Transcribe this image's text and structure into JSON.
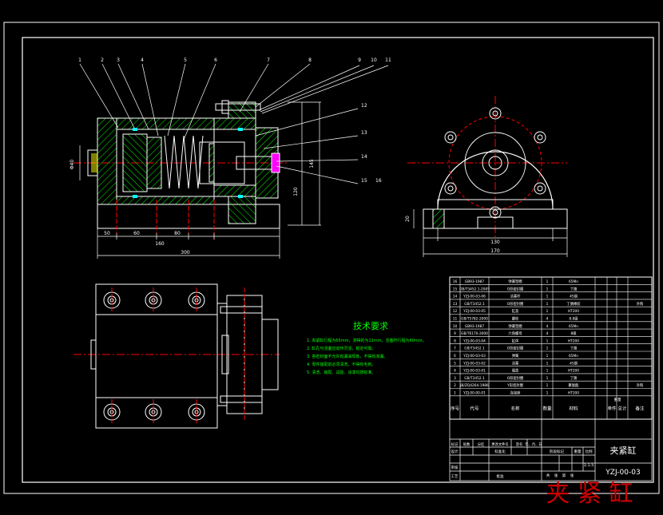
{
  "title_block": {
    "part_name": "夹紧缸",
    "drawing_no": "YZJ-00-03",
    "scale": "1:1.5",
    "row1": [
      "标记",
      "处数",
      "分区",
      "更改文件号",
      "签名",
      "年、月、日"
    ],
    "row2_left": "设计",
    "row2_mid": "标准化",
    "row2_right": [
      "阶段标记",
      "重量",
      "比例"
    ],
    "row3_left": "审核",
    "row4_left": "工艺",
    "row4_mid": "批准",
    "sheet_info": [
      "共",
      "张",
      "第",
      "张"
    ]
  },
  "tech_requirements": {
    "title": "技术要求",
    "items": [
      "1. 夹紧缸行程为65mm，测得的为11mm，活塞杆行程为60mm。",
      "2. 缸孔与活塞应动作灵活，稳定可靠。",
      "3. 各密封面不允许有漏油现象，不得有渗漏。",
      "4. 零件装配前必须清洗，不得有毛刺。",
      "5. 清洗、装配、试验、涂漆均按标准。"
    ]
  },
  "bom_header": [
    "序号",
    "代号",
    "名称",
    "数量",
    "材料",
    "单件",
    "总计",
    "备注"
  ],
  "bom_header_weight": "重量",
  "bom_rows": [
    [
      "16",
      "GB93-1987",
      "弹簧垫圈",
      "1",
      "65Mn",
      "",
      ""
    ],
    [
      "15",
      "GB/T3452.1-2005",
      "O形密封圈",
      "1",
      "丁腈",
      "",
      ""
    ],
    [
      "14",
      "YZJ-00-03-06",
      "活塞杆",
      "1",
      "45钢",
      "",
      ""
    ],
    [
      "13",
      "GB/T3452.1",
      "O形密封圈",
      "1",
      "丁腈橡胶",
      "",
      "外购"
    ],
    [
      "12",
      "YZJ-00-03-05",
      "缸盖",
      "1",
      "HT200",
      "",
      ""
    ],
    [
      "11",
      "GB/T5782-2000",
      "螺栓",
      "4",
      "8.8级",
      "",
      ""
    ],
    [
      "10",
      "GB93-1987",
      "弹簧垫圈",
      "4",
      "65Mn",
      "",
      ""
    ],
    [
      "9",
      "GB/T6170-2000",
      "六角螺母",
      "4",
      "8级",
      "",
      ""
    ],
    [
      "8",
      "YZJ-00-03-04",
      "缸体",
      "1",
      "HT200",
      "",
      ""
    ],
    [
      "7",
      "GB/T3452.1",
      "O形密封圈",
      "1",
      "丁腈",
      "",
      ""
    ],
    [
      "6",
      "YZJ-00-03-03",
      "弹簧",
      "1",
      "65Mn",
      "",
      ""
    ],
    [
      "5",
      "YZJ-00-03-02",
      "活塞",
      "1",
      "45钢",
      "",
      ""
    ],
    [
      "4",
      "YZJ-00-03-01",
      "端盖",
      "1",
      "HT200",
      "",
      ""
    ],
    [
      "3",
      "GB/T3452.1",
      "O形密封圈",
      "1",
      "丁腈",
      "",
      ""
    ],
    [
      "2",
      "JB/ZQ4264-1986",
      "Y形密封圈",
      "1",
      "聚氨酯",
      "",
      "外购"
    ],
    [
      "1",
      "YZJ-00-00-01",
      "连接座",
      "1",
      "HT200",
      "",
      ""
    ]
  ],
  "callouts_top": [
    "1",
    "2",
    "3",
    "4",
    "5",
    "6",
    "7",
    "8",
    "9",
    "10",
    "11"
  ],
  "callouts_right": [
    "12",
    "13",
    "14",
    "15",
    "16"
  ],
  "dims_front": {
    "bottom_total": "300",
    "bottom": [
      "50",
      "60",
      "160",
      "80"
    ],
    "left_dia": "Φ40",
    "right_h1": "145",
    "right_h2": "120"
  },
  "dims_side": {
    "width": "170",
    "inner": "130",
    "left_h": "20"
  },
  "big_title": "夹 紧 缸",
  "colors": {
    "line": "#ffffff",
    "cyan": "#00ffff",
    "green": "#00ff00",
    "red": "#ff0000",
    "yellow": "#ffff00",
    "magenta": "#ff00ff",
    "title_red": "#cc0000"
  }
}
